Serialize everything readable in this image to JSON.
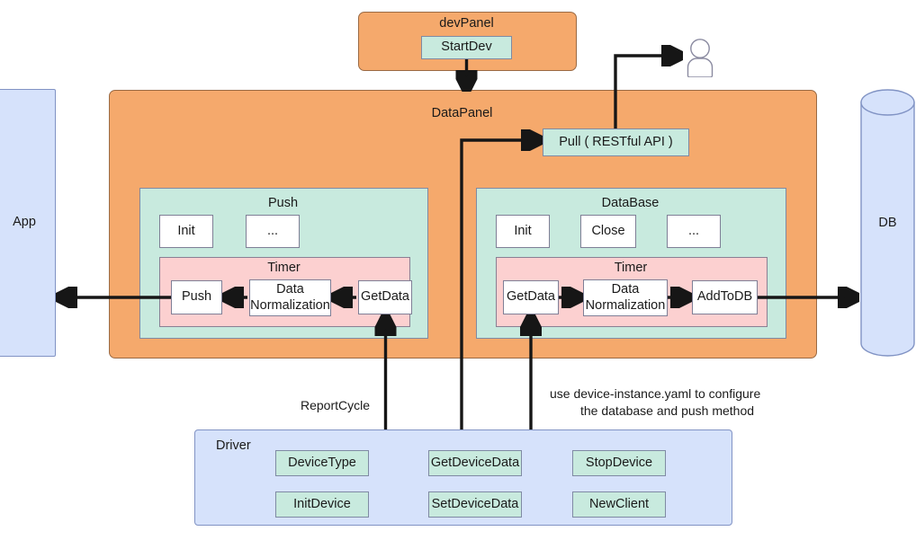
{
  "diagram": {
    "type": "architecture-block-diagram",
    "devpanel": {
      "title": "devPanel",
      "nodes": [
        {
          "label": "StartDev"
        }
      ]
    },
    "datapanel": {
      "title": "DataPanel",
      "pull": {
        "label": "Pull ( RESTful API )"
      },
      "push_group": {
        "title": "Push",
        "methods": [
          {
            "label": "Init"
          },
          {
            "label": "..."
          }
        ],
        "timer": {
          "title": "Timer",
          "steps": [
            {
              "label": "Push"
            },
            {
              "label": "Data\nNormalization"
            },
            {
              "label": "GetData"
            }
          ],
          "flow_direction": "right-to-left"
        }
      },
      "database_group": {
        "title": "DataBase",
        "methods": [
          {
            "label": "Init"
          },
          {
            "label": "Close"
          },
          {
            "label": "..."
          }
        ],
        "timer": {
          "title": "Timer",
          "steps": [
            {
              "label": "GetData"
            },
            {
              "label": "Data\nNormalization"
            },
            {
              "label": "AddToDB"
            }
          ],
          "flow_direction": "left-to-right"
        }
      }
    },
    "driver": {
      "title": "Driver",
      "nodes": [
        {
          "label": "DeviceType"
        },
        {
          "label": "GetDeviceData"
        },
        {
          "label": "StopDevice"
        },
        {
          "label": "InitDevice"
        },
        {
          "label": "SetDeviceData"
        },
        {
          "label": "NewClient"
        }
      ]
    },
    "app": {
      "label": "App"
    },
    "db": {
      "label": "DB"
    },
    "actor": {
      "name": "user-actor-icon"
    },
    "annotations": [
      {
        "name": "report-cycle-label",
        "text": "ReportCycle"
      },
      {
        "name": "yaml-config-note",
        "line1": "use device-instance.yaml to configure",
        "line2": "the database and push method"
      }
    ],
    "colors": {
      "orange_panel": "#f5a96c",
      "mint_group": "#c8eade",
      "pink_timer": "#fcd0d0",
      "blue_panel": "#d6e2fb",
      "node_white": "#ffffff",
      "wire": "#161616"
    }
  }
}
